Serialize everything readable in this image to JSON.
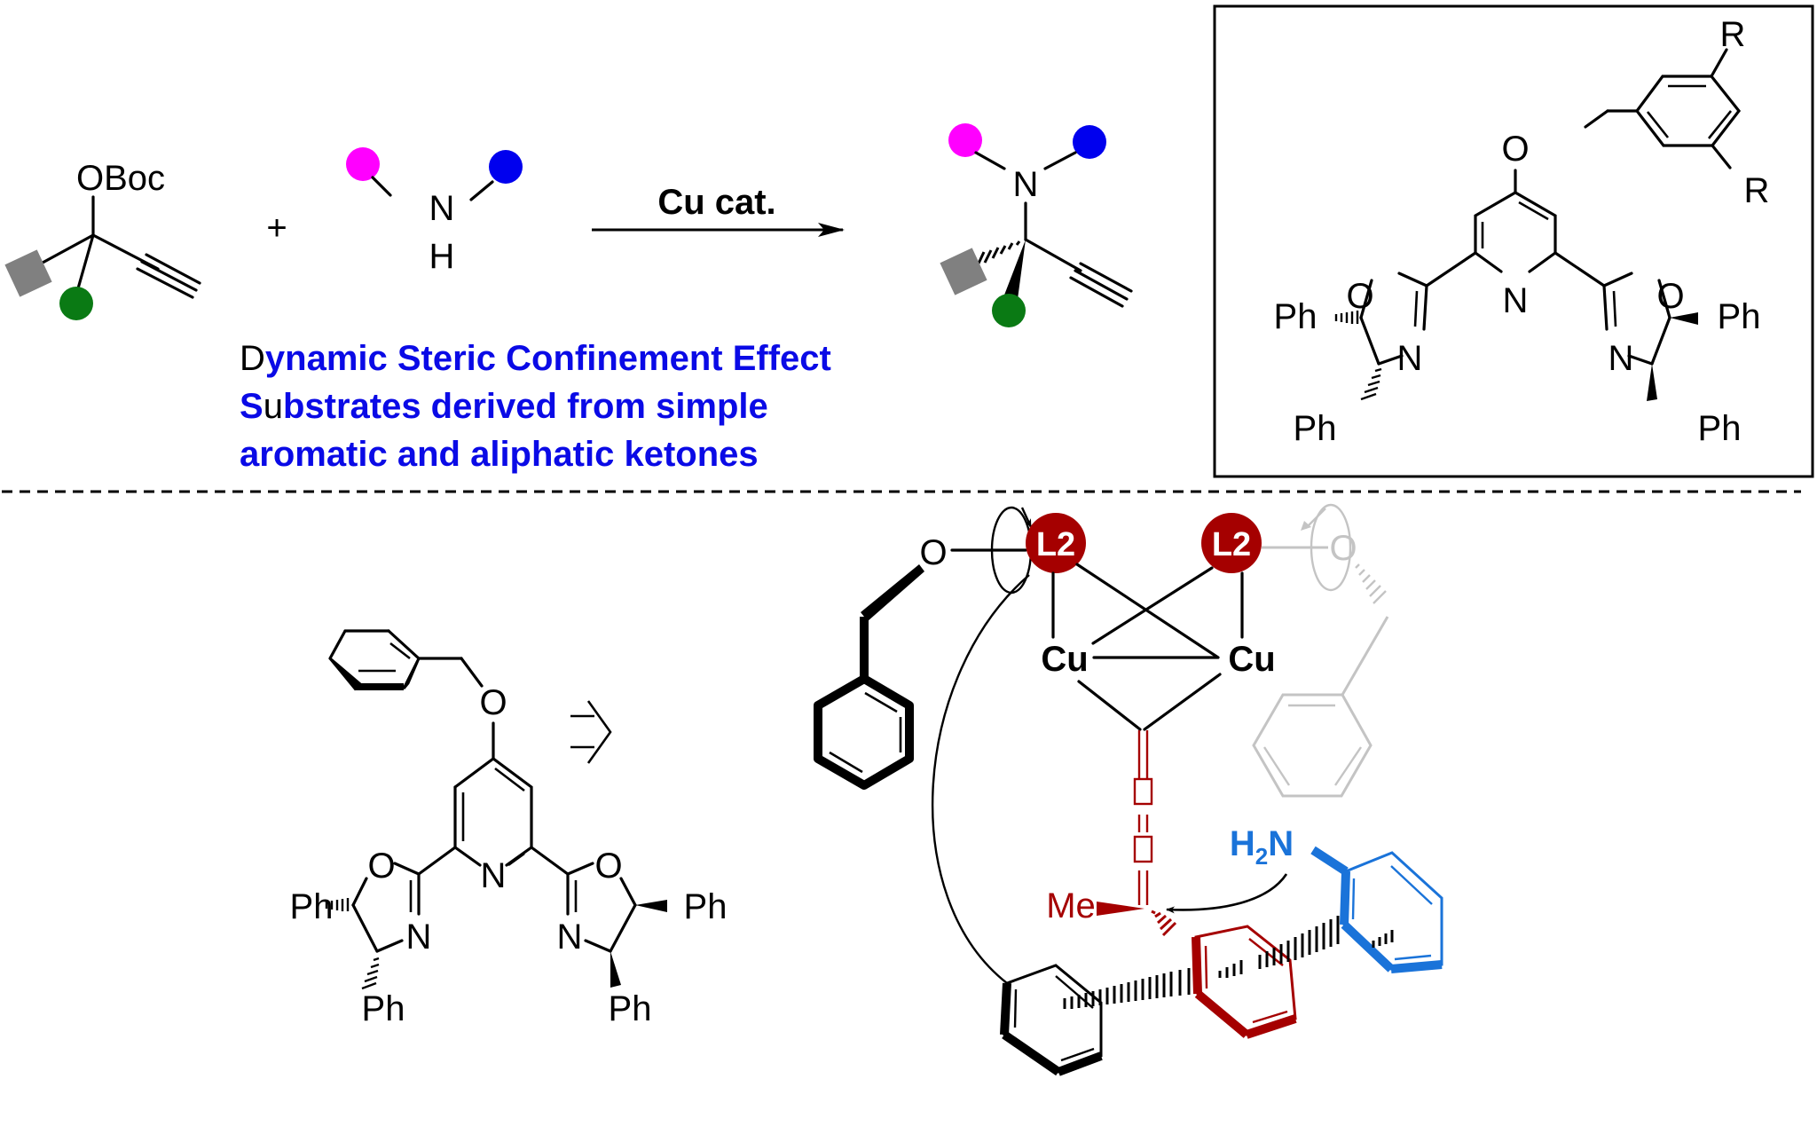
{
  "figure": {
    "top_scheme": {
      "reactant_1": {
        "label": "OBoc",
        "substituents": [
          "gray-square",
          "green-circle",
          "alkyne"
        ]
      },
      "plus": "+",
      "reactant_2": {
        "n_label": "N",
        "h_label": "H",
        "substituents": [
          "magenta-circle",
          "blue-circle"
        ]
      },
      "arrow": {
        "label": "Cu cat."
      },
      "product": {
        "n_label": "N",
        "substituents": [
          "magenta-circle",
          "blue-circle",
          "gray-square",
          "green-circle",
          "alkyne"
        ]
      }
    },
    "description": {
      "line1": {
        "first": "D",
        "rest": "ynamic Steric Confinement Effect"
      },
      "line2": {
        "first": "S",
        "second": "u",
        "rest": "bstrates derived from simple"
      },
      "line3": "aromatic and aliphatic ketones"
    },
    "ligand_box": {
      "r_top": "R",
      "r_bottom": "R",
      "o_ether": "O",
      "o_left": "O",
      "o_right": "O",
      "n_pyridine": "N",
      "n_left": "N",
      "n_right": "N",
      "ph_left_top": "Ph",
      "ph_left_bottom": "Ph",
      "ph_right_top": "Ph",
      "ph_right_bottom": "Ph"
    },
    "bottom_ligand": {
      "o_ether": "O",
      "o_left": "O",
      "o_right": "O",
      "n_pyridine": "N",
      "n_left": "N",
      "n_right": "N",
      "ph_left_top": "Ph",
      "ph_left_bottom": "Ph",
      "ph_right_top": "Ph",
      "ph_right_bottom": "Ph",
      "retro_arrow": "retrosynthetic-arrow"
    },
    "model": {
      "l2_left": "L2",
      "l2_right": "L2",
      "cu_left": "Cu",
      "cu_right": "Cu",
      "o_left": "O",
      "o_right": "O",
      "me": "Me",
      "amine": {
        "h": "H",
        "sub": "2",
        "n": "N"
      }
    },
    "colors": {
      "magenta": "#ff00ff",
      "blue_dot": "#0000ee",
      "green": "#0a7a14",
      "gray_square": "#808080",
      "text_blue": "#0a0ae6",
      "l2_red": "#a50000",
      "allene_red": "#a50000",
      "amine_blue": "#1a73d9",
      "ghost_gray": "#c4c4c4"
    }
  }
}
